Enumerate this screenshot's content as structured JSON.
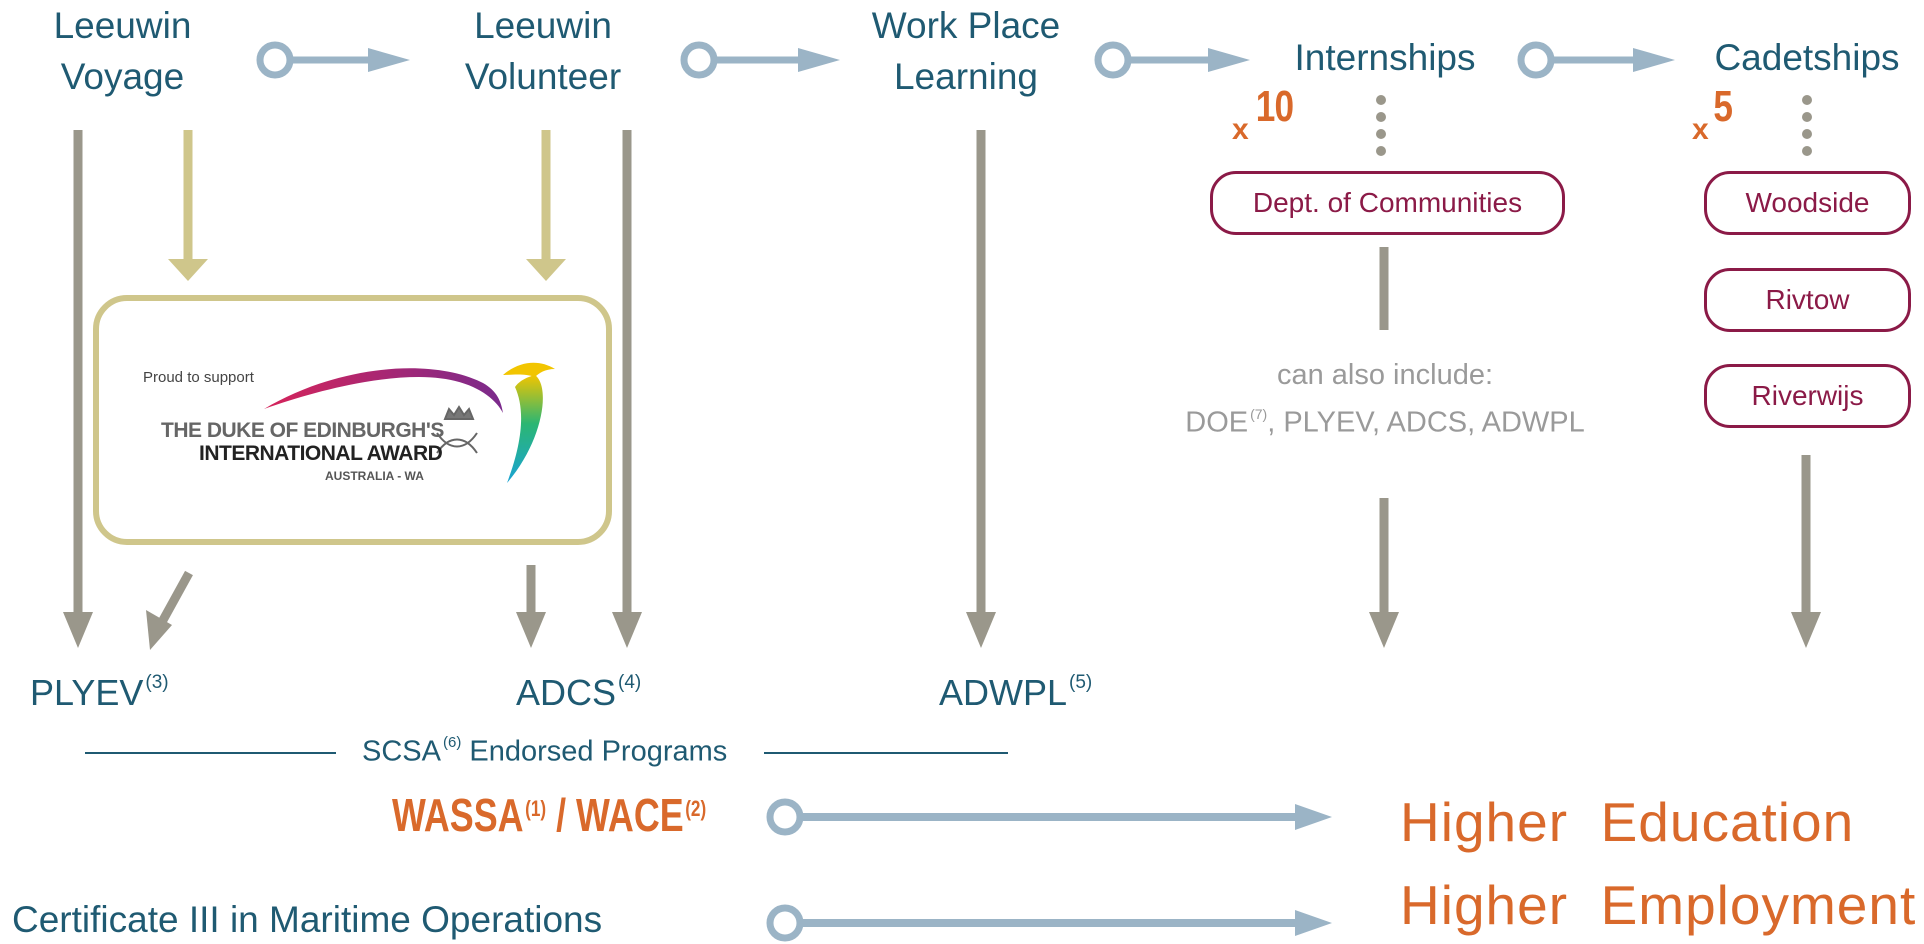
{
  "stages": [
    {
      "line1": "Leeuwin",
      "line2": "Voyage"
    },
    {
      "line1": "Leeuwin",
      "line2": "Volunteer"
    },
    {
      "line1": "Work Place",
      "line2": "Learning"
    },
    {
      "line1": "Internships"
    },
    {
      "line1": "Cadetships"
    }
  ],
  "multipliers": {
    "internships": {
      "x": "x",
      "count": "10"
    },
    "cadetships": {
      "x": "x",
      "count": "5"
    }
  },
  "internship_partners": [
    "Dept. of Communities"
  ],
  "cadetship_partners": [
    "Woodside",
    "Rivtow",
    "Riverwijs"
  ],
  "internship_note": {
    "line1": "can also include:",
    "doe": "DOE",
    "doe_ref": "(7)",
    "rest": ", PLYEV, ADCS, ADWPL"
  },
  "programs": [
    {
      "name": "PLYEV",
      "ref": "(3)"
    },
    {
      "name": "ADCS",
      "ref": "(4)"
    },
    {
      "name": "ADWPL",
      "ref": "(5)"
    }
  ],
  "endorsed": {
    "scsa": "SCSA",
    "ref": "(6)",
    "label": "Endorsed Programs"
  },
  "certificates": {
    "wassa": "WASSA",
    "wassa_ref": "(1)",
    "sep": "/",
    "wace": "WACE",
    "wace_ref": "(2)",
    "cert_iii": "Certificate III in Maritime Operations"
  },
  "outcomes": {
    "education": "Higher  Education",
    "employment": "Higher  Employment"
  },
  "award_logo": {
    "proud": "Proud to support",
    "line1": "THE DUKE OF EDINBURGH'S",
    "line2": "INTERNATIONAL AWARD",
    "line3": "AUSTRALIA - WA"
  },
  "colors": {
    "teal_text": "#1f5a72",
    "flow_arrow": "#9bb4c6",
    "grey_arrow": "#9a978b",
    "khaki": "#cfc68b",
    "maroon": "#8b1a47",
    "orange": "#d9692b"
  }
}
